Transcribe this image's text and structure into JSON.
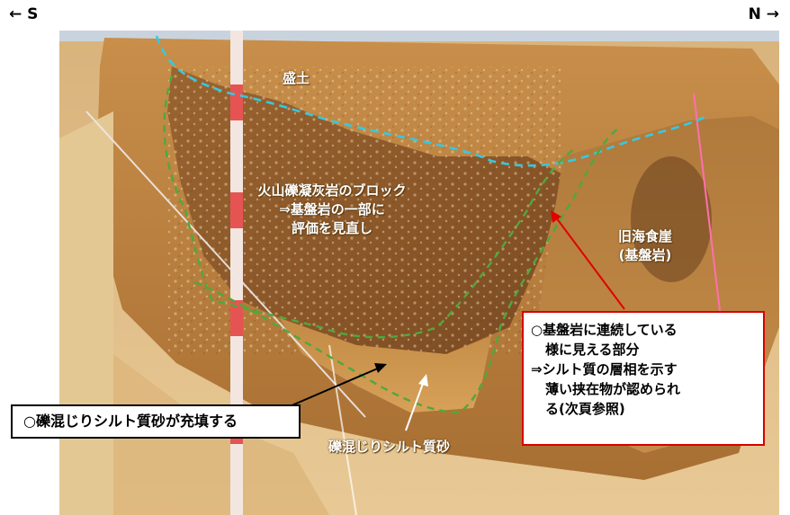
{
  "directions": {
    "left": "← S",
    "right": "N →"
  },
  "photo_labels": {
    "fill": "盛土",
    "block": [
      "火山礫凝灰岩のブロック",
      "⇒基盤岩の一部に",
      "評価を見直し"
    ],
    "sea_cliff": [
      "旧海食崖",
      "(基盤岩)"
    ],
    "gravelly_silty_sand": "礫混じりシルト質砂"
  },
  "callout_left": {
    "text": "○礫混じりシルト質砂が充填する",
    "border_color": "#000000",
    "arrow_color": "#000000"
  },
  "callout_right": {
    "lines": [
      "○基盤岩に連続している",
      "様に見える部分",
      "⇒シルト質の層相を示す",
      "薄い挟在物が認められ",
      "る(次頁参照)"
    ],
    "border_color": "#d80000",
    "arrow_color": "#e00000"
  },
  "boundary_lines": {
    "fill_boundary_color": "#37c8e0",
    "unit_boundary_color": "#4fa83c"
  }
}
